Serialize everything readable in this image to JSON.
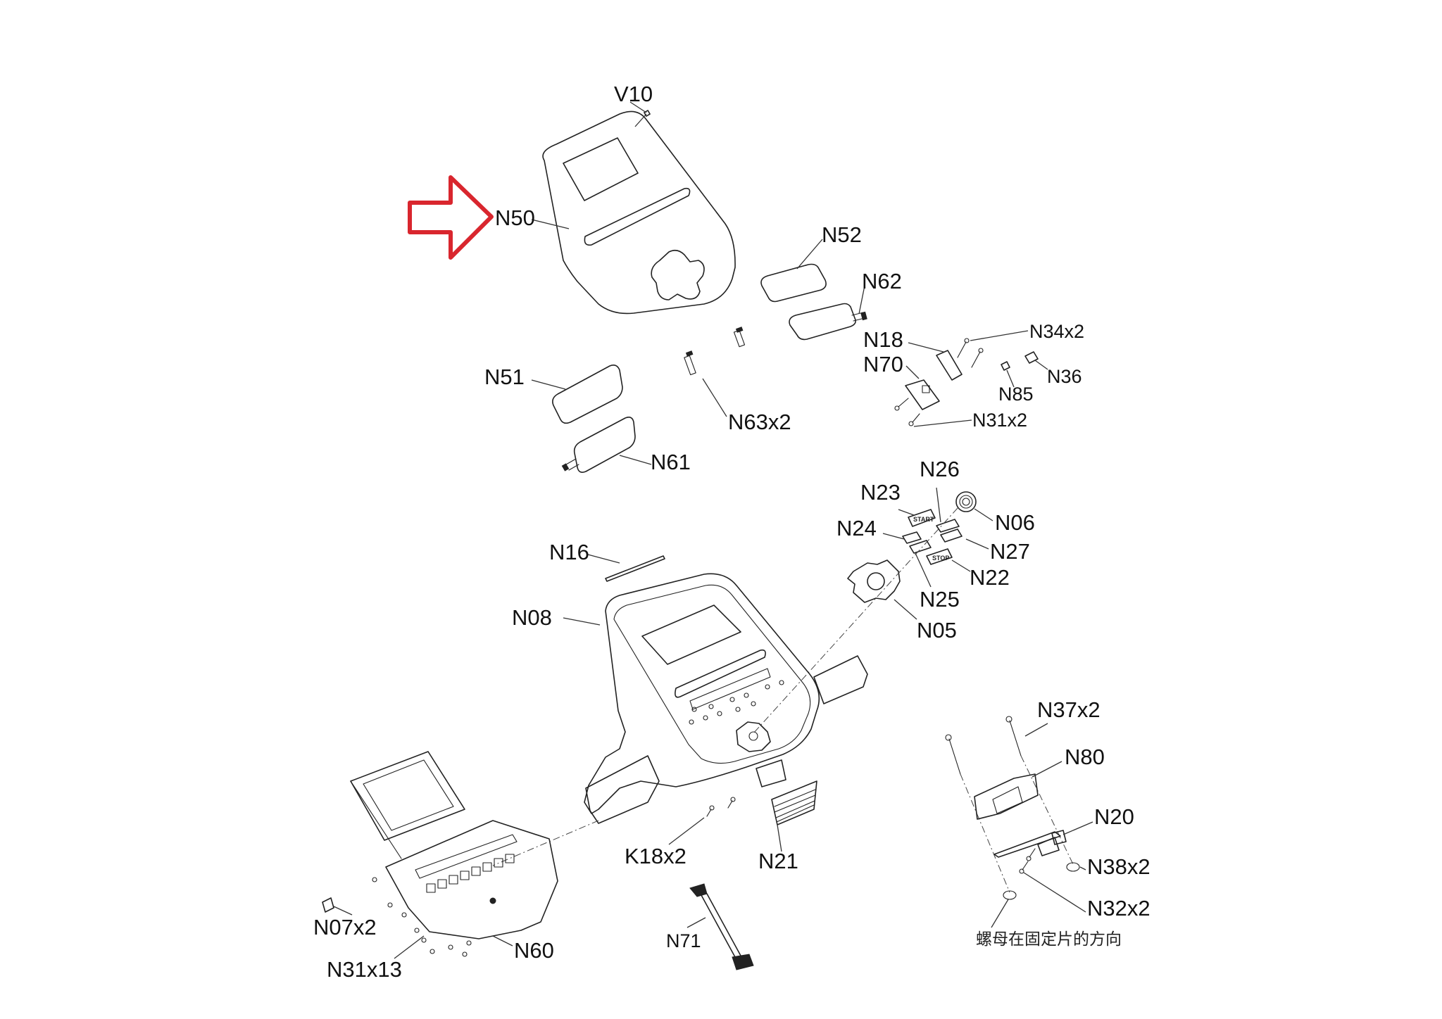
{
  "diagram": {
    "type": "exploded-parts-diagram",
    "subject": "console assembly",
    "highlight": {
      "part": "N50",
      "indicator": "red-outline-arrow",
      "color": "#d9262e"
    },
    "parts": {
      "V10": "V10",
      "N50": "N50",
      "N52": "N52",
      "N62": "N62",
      "N18": "N18",
      "N70": "N70",
      "N34x2": "N34x2",
      "N36": "N36",
      "N85": "N85",
      "N31x2": "N31x2",
      "N51": "N51",
      "N61": "N61",
      "N63x2": "N63x2",
      "N26": "N26",
      "N23": "N23",
      "N06": "N06",
      "N24": "N24",
      "N27": "N27",
      "N22": "N22",
      "N25": "N25",
      "N05": "N05",
      "N16": "N16",
      "N08": "N08",
      "N37x2": "N37x2",
      "N80": "N80",
      "N20": "N20",
      "N38x2": "N38x2",
      "N32x2": "N32x2",
      "K18x2": "K18x2",
      "N21": "N21",
      "N71": "N71",
      "N07x2": "N07x2",
      "N60": "N60",
      "N31x13": "N31x13"
    },
    "key_labels": {
      "start": "START",
      "stop": "STOP"
    },
    "caption": "螺母在固定片的方向",
    "colors": {
      "line": "#222222",
      "background": "#ffffff",
      "arrow": "#d9262e"
    }
  }
}
